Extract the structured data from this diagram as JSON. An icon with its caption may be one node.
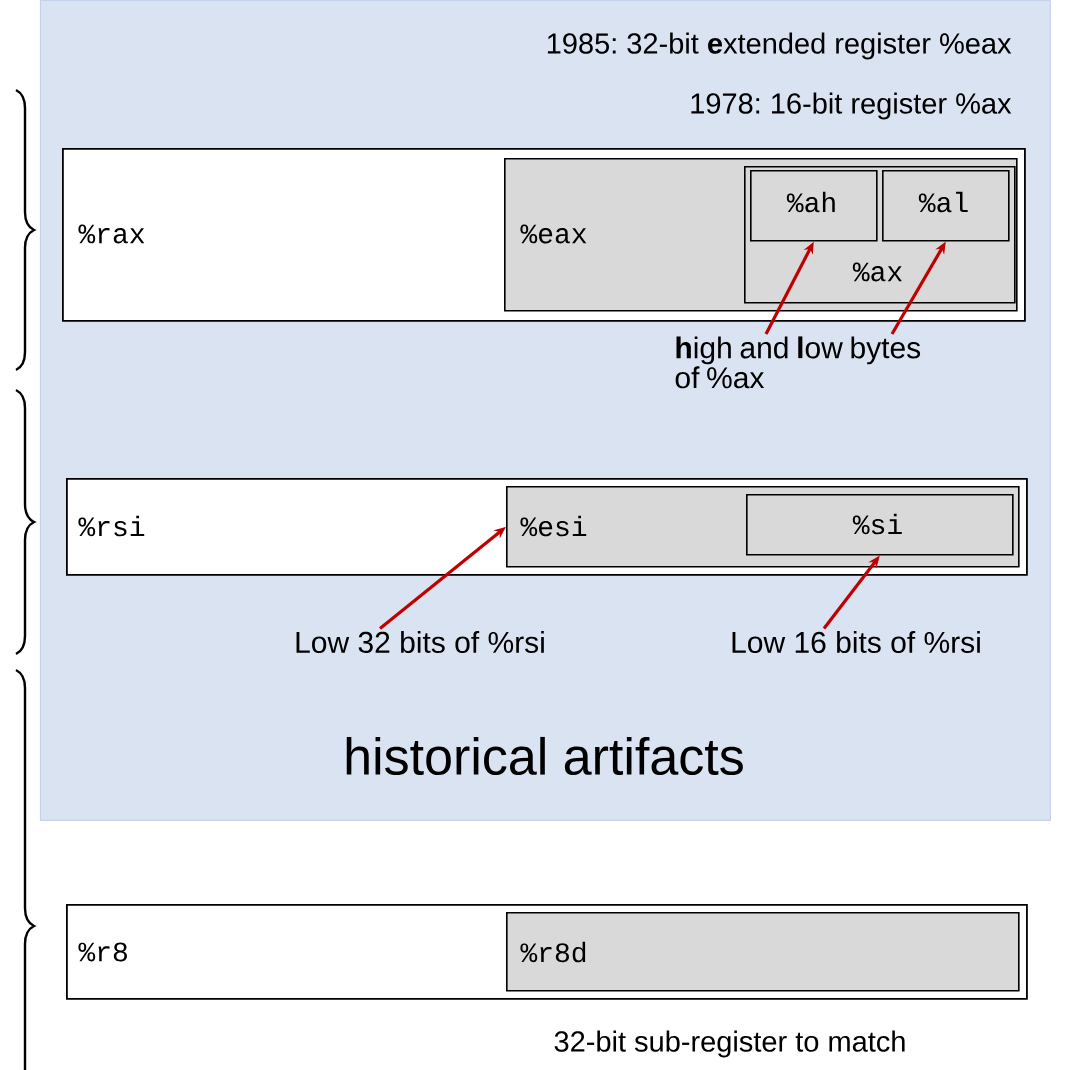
{
  "diagram": {
    "nodes": [
      {
        "text": [
          "historical artifacts"
        ]
      },
      {
        "text": [
          "%rax"
        ],
        "in": 0
      },
      {
        "text": [
          "%eax"
        ],
        "in": 1
      },
      {
        "text": [
          "%ax"
        ],
        "in": 2
      },
      {
        "text": [
          "%ah"
        ],
        "in": 3
      },
      {
        "text": [
          "%al"
        ],
        "in": 3
      },
      {
        "text": [
          "**h**igh and **l**ow bytes of %ax"
        ],
        "in": 0
      },
      {
        "text": [
          "%rsi"
        ],
        "in": 0
      },
      {
        "text": [
          "%esi"
        ],
        "in": 7
      },
      {
        "text": [
          "%si"
        ],
        "in": 8
      },
      {
        "text": [
          "Low 32 bits of %rsi"
        ],
        "in": 0
      },
      {
        "text": [
          "Low 16 bits of %rsi"
        ],
        "in": 0
      },
      {
        "text": [
          "%r8"
        ]
      },
      {
        "text": [
          "%r8d"
        ],
        "in": 12
      }
    ],
    "edges": [
      {
        "from": 6,
        "to": 4,
        "arrow": "to"
      },
      {
        "from": 6,
        "to": 5,
        "arrow": "to"
      },
      {
        "from": 10,
        "to": 8,
        "arrow": "to"
      },
      {
        "from": 11,
        "to": 9,
        "arrow": "to"
      }
    ],
    "labels": [
      "1985: 32-bit **e**xtended register %eax",
      "1978: 16-bit register %ax",
      "32-bit sub-register to match"
    ]
  }
}
